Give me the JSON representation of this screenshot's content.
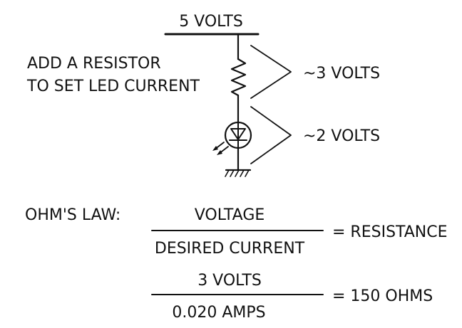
{
  "circuit": {
    "supply_label": "5 VOLTS",
    "note_line1": "ADD A RESISTOR",
    "note_line2": "TO SET LED CURRENT",
    "resistor_drop_label": "~3 VOLTS",
    "led_drop_label": "~2 VOLTS"
  },
  "formula": {
    "law_label": "OHM'S LAW:",
    "numerator": "VOLTAGE",
    "denominator": "DESIRED CURRENT",
    "result": "= RESISTANCE"
  },
  "example": {
    "numerator": "3 VOLTS",
    "denominator": "0.020 AMPS",
    "result": "= 150 OHMS"
  }
}
